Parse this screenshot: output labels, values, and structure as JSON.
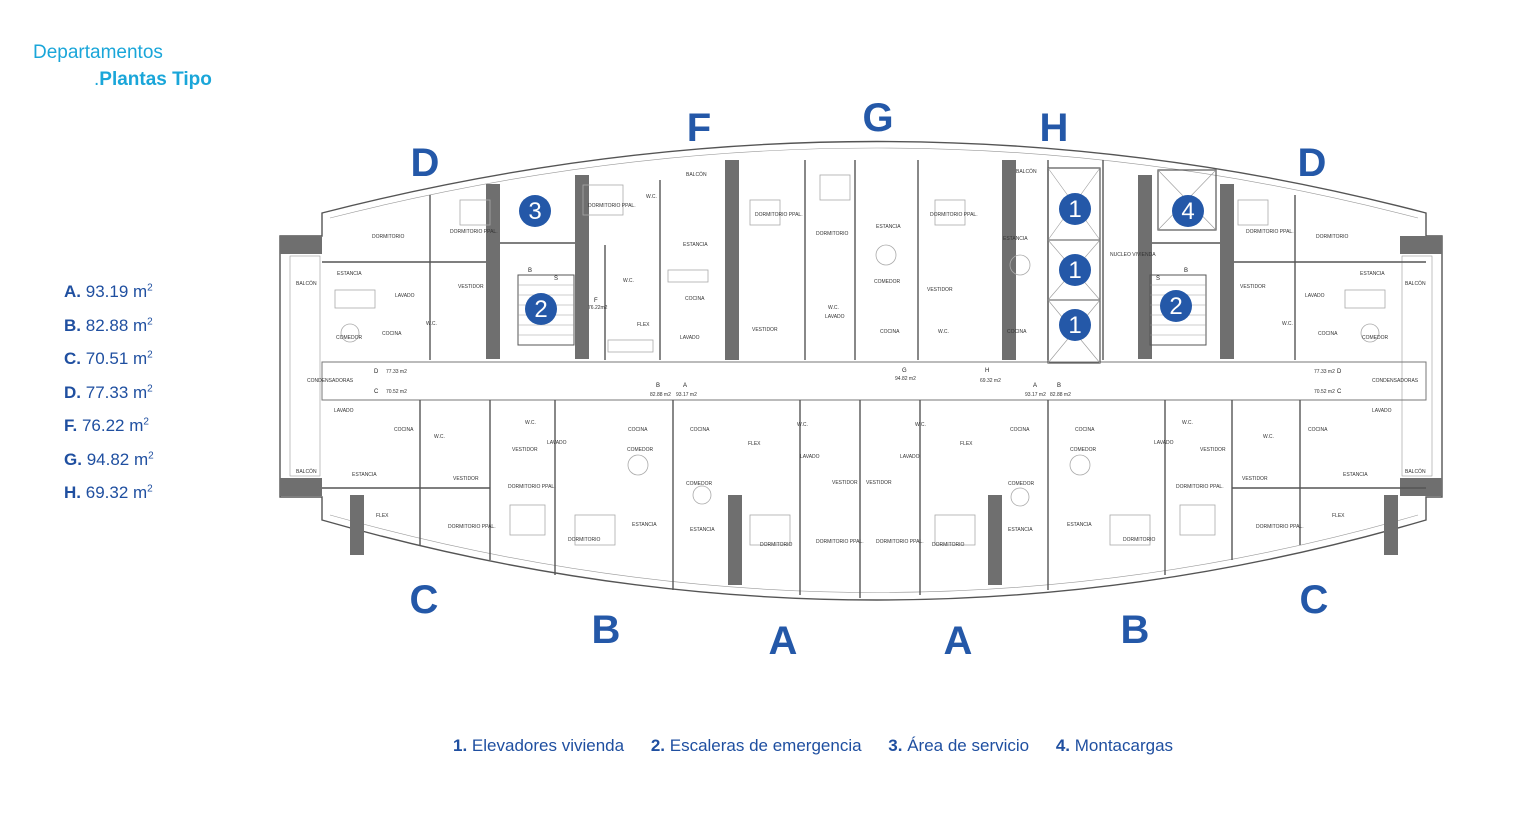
{
  "header": {
    "title": "Departamentos",
    "subtitle_prefix": ".",
    "subtitle": "Plantas Tipo"
  },
  "areas": [
    {
      "unit": "A.",
      "value": "93.19 m",
      "sup": "2"
    },
    {
      "unit": "B.",
      "value": "82.88 m",
      "sup": "2"
    },
    {
      "unit": "C.",
      "value": "70.51 m",
      "sup": "2"
    },
    {
      "unit": "D.",
      "value": "77.33 m",
      "sup": "2"
    },
    {
      "unit": "F.",
      "value": "76.22 m",
      "sup": "2"
    },
    {
      "unit": "G.",
      "value": "94.82 m",
      "sup": "2"
    },
    {
      "unit": "H.",
      "value": "69.32 m",
      "sup": "2"
    }
  ],
  "unit_letters": {
    "d_left": "D",
    "f": "F",
    "g": "G",
    "h": "H",
    "d_right": "D",
    "c_left": "C",
    "b_left": "B",
    "a_left": "A",
    "a_right": "A",
    "b_right": "B",
    "c_right": "C"
  },
  "markers": {
    "service": "3",
    "stairs_left": "2",
    "elevator_1": "1",
    "elevator_2": "1",
    "elevator_3": "1",
    "freight": "4",
    "stairs_right": "2"
  },
  "room_labels": {
    "dormitorio": "DORMITORIO",
    "dormitorio_ppal": "DORMITORIO PPAL.",
    "estancia": "ESTANCIA",
    "comedor": "COMEDOR",
    "cocina": "COCINA",
    "balcon": "BALCÓN",
    "lavado": "LAVADO",
    "vestidor": "VESTIDOR",
    "wc": "W.C.",
    "flex": "FLEX",
    "condensadoras": "CONDENSADORAS",
    "nucleo_vivienda": "NUCLEO VIVIENDA"
  },
  "plan_tags": {
    "d_left": "D",
    "d_left_area": "77.33 m2",
    "c_left": "C",
    "c_left_area": "70.52 m2",
    "b_left": "B",
    "b_left_area": "82.88 m2",
    "a_left": "A",
    "a_left_area": "93.17 m2",
    "f": "F",
    "f_area": "76.22m2",
    "g": "G",
    "g_area": "94.82 m2",
    "h": "H",
    "h_area": "69.32 m2",
    "a_right": "A",
    "a_right_area": "93.17 m2",
    "b_right": "B",
    "b_right_area": "82.88 m2",
    "d_right": "D",
    "d_right_area": "77.33 m2",
    "c_right": "C",
    "c_right_area": "70.52 m2",
    "s": "S",
    "b": "B"
  },
  "legend": [
    {
      "num": "1.",
      "label": "Elevadores vivienda"
    },
    {
      "num": "2.",
      "label": "Escaleras de emergencia"
    },
    {
      "num": "3.",
      "label": "Área de servicio"
    },
    {
      "num": "4.",
      "label": "Montacargas"
    }
  ],
  "colors": {
    "accent_cyan": "#1aa6d9",
    "brand_blue": "#2458a8",
    "text_blue": "#1f4fa0"
  }
}
